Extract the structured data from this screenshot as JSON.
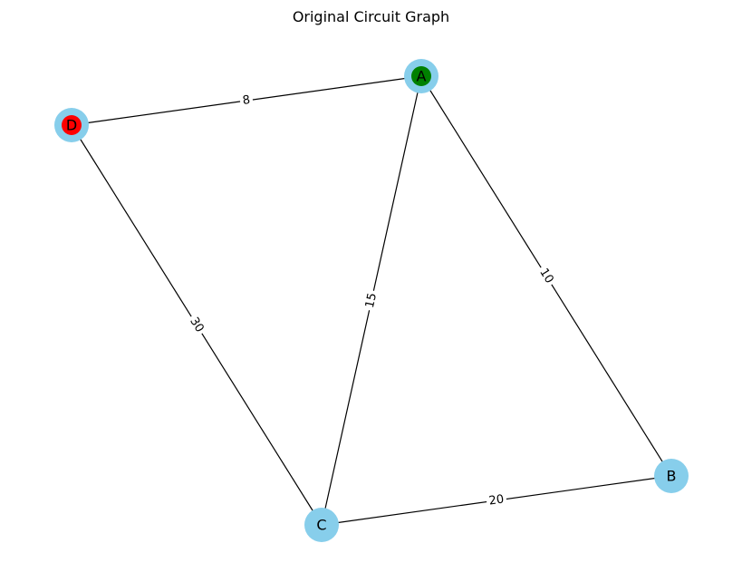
{
  "title": "Original Circuit Graph",
  "colors": {
    "node_fill": "#87ceeb",
    "edge": "#000000",
    "source_marker": "#008000",
    "sink_marker": "#ff0000"
  },
  "nodes": [
    {
      "id": "A",
      "label": "A",
      "marker": "source"
    },
    {
      "id": "B",
      "label": "B",
      "marker": null
    },
    {
      "id": "C",
      "label": "C",
      "marker": null
    },
    {
      "id": "D",
      "label": "D",
      "marker": "sink"
    }
  ],
  "edges": [
    {
      "from": "D",
      "to": "A",
      "weight": "8"
    },
    {
      "from": "A",
      "to": "C",
      "weight": "15"
    },
    {
      "from": "A",
      "to": "B",
      "weight": "10"
    },
    {
      "from": "D",
      "to": "C",
      "weight": "30"
    },
    {
      "from": "C",
      "to": "B",
      "weight": "20"
    }
  ]
}
